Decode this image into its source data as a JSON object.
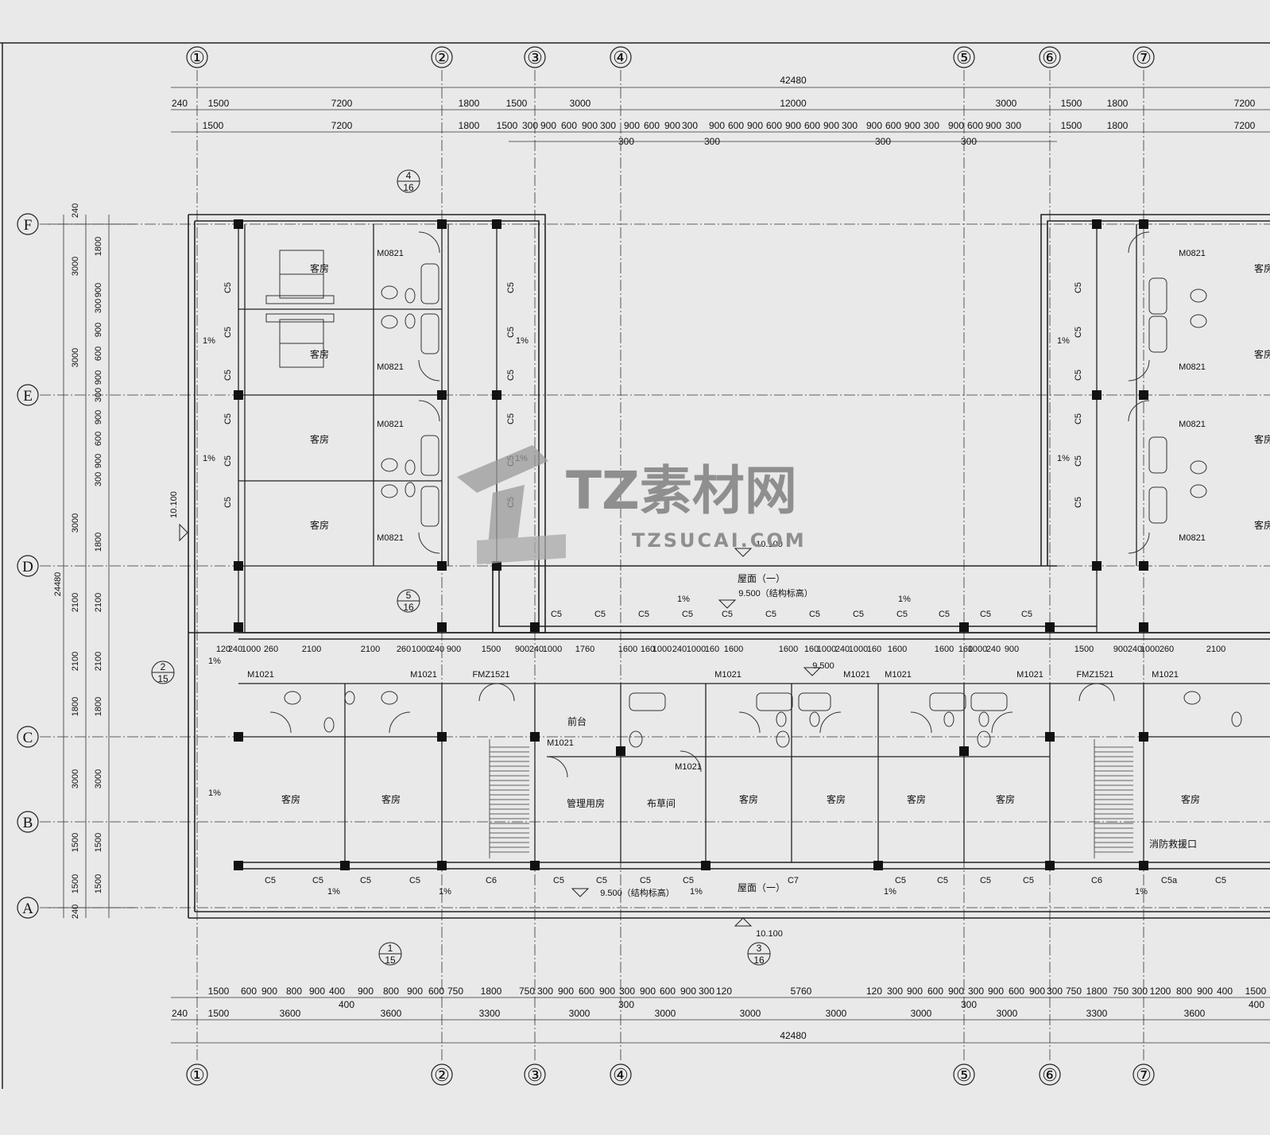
{
  "axes": {
    "columns": [
      "①",
      "②",
      "③",
      "④",
      "⑤",
      "⑥",
      "⑦"
    ],
    "rows": [
      "F",
      "E",
      "D",
      "C",
      "B",
      "A"
    ]
  },
  "dimensions": {
    "overall_width": "42480",
    "overall_depth": "24480",
    "top_row1": [
      "240",
      "1500",
      "7200",
      "1800",
      "1500",
      "3000",
      "12000",
      "3000",
      "1500",
      "1800",
      "7200"
    ],
    "top_row2": [
      "1500",
      "7200",
      "1800",
      "1500",
      "300",
      "900",
      "600",
      "900",
      "300",
      "900",
      "600",
      "900",
      "300",
      "900",
      "600",
      "900",
      "600",
      "900",
      "600",
      "900",
      "300",
      "900",
      "600",
      "900",
      "300",
      "900",
      "600",
      "900",
      "300",
      "1500",
      "1800",
      "7200"
    ],
    "top_row3": [
      "300",
      "300",
      "300",
      "300"
    ],
    "bottom_row1": [
      "1500",
      "600",
      "900",
      "800",
      "900",
      "400",
      "900",
      "800",
      "900",
      "600",
      "750",
      "1800",
      "750",
      "300",
      "900",
      "600",
      "900",
      "300",
      "900",
      "600",
      "900",
      "300",
      "120",
      "5760",
      "120",
      "300",
      "900",
      "600",
      "900",
      "300",
      "900",
      "600",
      "900",
      "300",
      "750",
      "1800",
      "750",
      "300",
      "1200",
      "800",
      "900",
      "400",
      "1500"
    ],
    "bottom_row2": [
      "240",
      "1500",
      "3600",
      "3600",
      "3300",
      "3000",
      "3000",
      "3000",
      "3000",
      "3000",
      "3000",
      "3300",
      "3600"
    ],
    "bottom_row3": [
      "400",
      "300",
      "300",
      "400"
    ],
    "left_outer": [
      "240",
      "3000",
      "3000",
      "3000",
      "2100",
      "2100",
      "1800",
      "3000",
      "1500",
      "1500",
      "240"
    ],
    "left_inner": [
      "1800",
      "900",
      "300",
      "900",
      "600",
      "900",
      "300",
      "900",
      "600",
      "900",
      "300",
      "1800",
      "2100",
      "2100",
      "1800",
      "3000",
      "1500",
      "1500"
    ],
    "corridor_row": [
      "120",
      "240",
      "1000",
      "260",
      "2100",
      "2100",
      "260",
      "1000",
      "240",
      "900",
      "1500",
      "900",
      "240",
      "1000",
      "1760",
      "1600",
      "160",
      "1000",
      "240",
      "1000",
      "160",
      "1600",
      "1600",
      "160",
      "1000",
      "240",
      "1000",
      "160",
      "1600",
      "1600",
      "160",
      "1000",
      "240",
      "900",
      "1500",
      "900",
      "240",
      "1000",
      "260",
      "2100"
    ]
  },
  "rooms": {
    "guest_room": "客房",
    "front_desk": "前台",
    "management": "管理用房",
    "linen": "布草间",
    "fire_elevator": "消防救援口",
    "roof": "屋面（一）"
  },
  "codes": {
    "window_c5": "C5",
    "window_c5a": "C5a",
    "window_c6": "C6",
    "window_c7": "C7",
    "door_m1021": "M1021",
    "door_m0821": "M0821",
    "door_fm": "FMZ1521"
  },
  "levels": {
    "roof_level": "10.100",
    "structural": "9.500（结构标高）",
    "floor": "9.500",
    "slope": "1%"
  },
  "details": {
    "d1": {
      "num": "4",
      "sheet": "16"
    },
    "d2": {
      "num": "5",
      "sheet": "16"
    },
    "d3": {
      "num": "2",
      "sheet": "15"
    },
    "d4": {
      "num": "1",
      "sheet": "15"
    },
    "d5": {
      "num": "3",
      "sheet": "16"
    }
  },
  "watermark": {
    "brand": "TZ素材网",
    "url": "TZSUCAI.COM"
  }
}
